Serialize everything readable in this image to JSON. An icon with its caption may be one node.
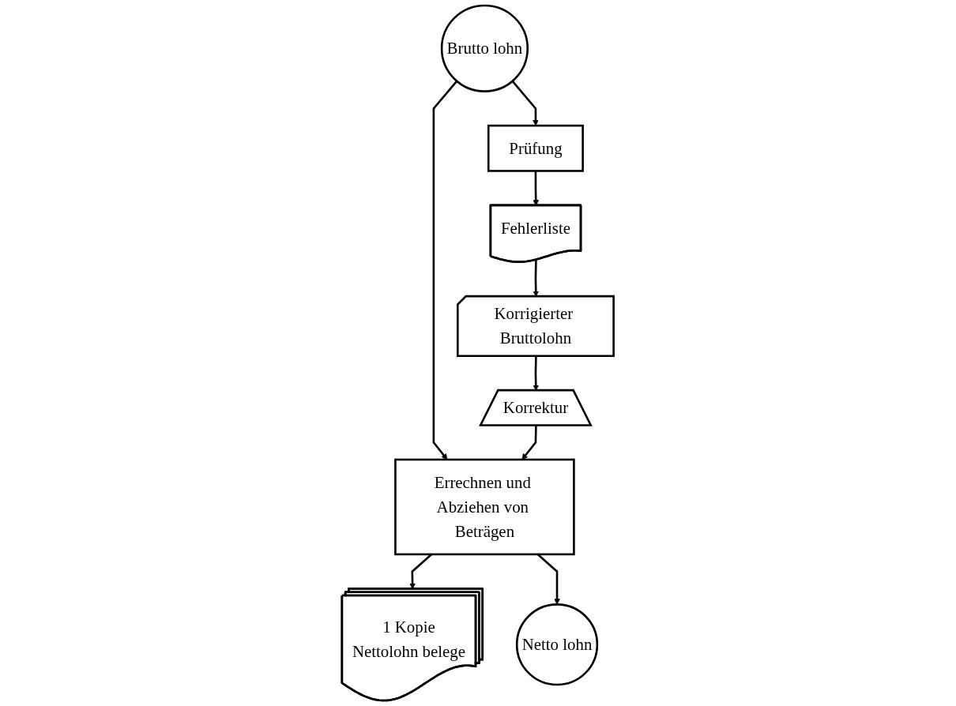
{
  "diagram": {
    "nodes": [
      {
        "text": [
          "Brutto lohn"
        ]
      },
      {
        "text": [
          "Prüfung"
        ]
      },
      {
        "text": [
          "Fehlerliste"
        ]
      },
      {
        "text": [
          "Korrigierter Bruttolohn"
        ]
      },
      {
        "text": [
          "Korrektur"
        ]
      },
      {
        "text": [
          "Errechnen und Abziehen von Beträgen"
        ]
      },
      {
        "text": [
          "1 Kopie",
          "Nettolohn belege"
        ]
      },
      {
        "text": [
          "Netto lohn"
        ]
      }
    ],
    "edges": [
      {
        "from": 0,
        "to": 1,
        "arrow": "to"
      },
      {
        "from": 1,
        "to": 2,
        "arrow": "to"
      },
      {
        "from": 2,
        "to": 3,
        "arrow": "to"
      },
      {
        "from": 3,
        "to": 4,
        "arrow": "to"
      },
      {
        "from": 0,
        "to": 5,
        "arrow": "to"
      },
      {
        "from": 4,
        "to": 5,
        "arrow": "to"
      },
      {
        "from": 5,
        "to": 6,
        "arrow": "to"
      },
      {
        "from": 5,
        "to": 7,
        "arrow": "to"
      }
    ]
  }
}
